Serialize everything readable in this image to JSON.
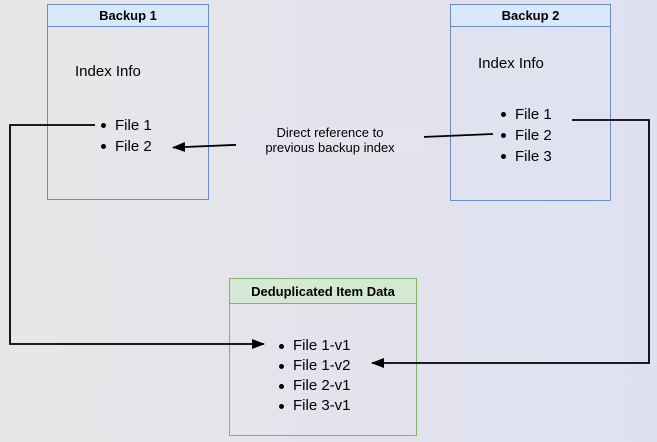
{
  "diagram": {
    "backup1": {
      "title": "Backup 1",
      "subtitle": "Index Info",
      "files": [
        "File 1",
        "File 2"
      ]
    },
    "backup2": {
      "title": "Backup 2",
      "subtitle": "Index Info",
      "files": [
        "File 1",
        "File 2",
        "File 3"
      ]
    },
    "dedup": {
      "title": "Deduplicated Item Data",
      "files": [
        "File 1-v1",
        "File 1-v2",
        "File 2-v1",
        "File 3-v1"
      ]
    },
    "annotation": {
      "line1": "Direct reference to",
      "line2": "previous backup index"
    },
    "colors": {
      "blue_border": "#6c8ebf",
      "blue_header_fill": "#dae8fc",
      "green_border": "#82b366",
      "green_header_fill": "#d5e8d4",
      "connector": "#000000",
      "background_left": "#e8e6e7",
      "background_right": "#dfe1f3"
    }
  }
}
